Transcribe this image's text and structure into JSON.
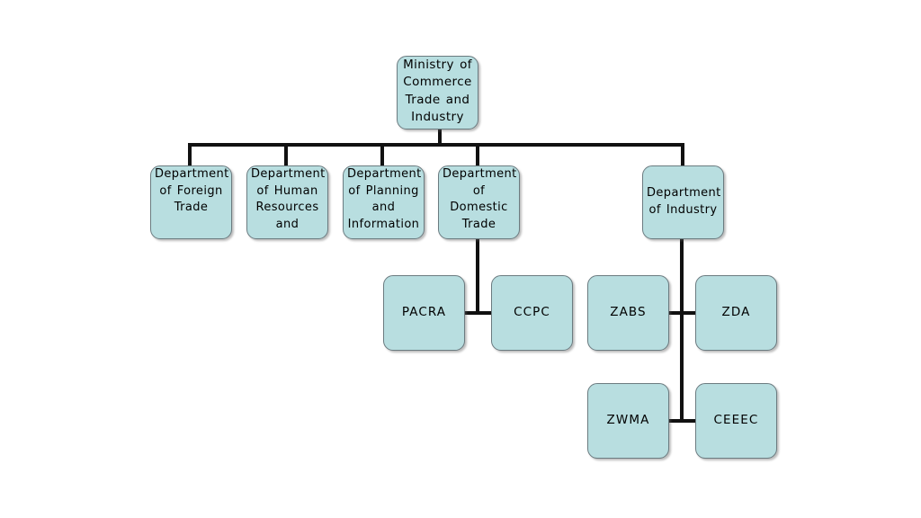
{
  "chart_data": {
    "type": "diagram",
    "diagram_type": "organizational-chart",
    "title": "Ministry of Commerce Trade and Industry organisational structure",
    "orientation": "top-down",
    "background": "#ffffff",
    "node_fill": "#b8dee0",
    "node_border": "#6b7b80",
    "connector_color": "#111111",
    "text_color": "#000000",
    "root": {
      "id": "ministry",
      "label": "Ministry of Commerce Trade and Industry",
      "text_clipped": true,
      "clipped_word": "Industry"
    },
    "departments": [
      {
        "id": "dept-foreign-trade",
        "label": "Department of Foreign Trade",
        "text_clipped": false
      },
      {
        "id": "dept-human-resources",
        "label": "Department of Human Resources and",
        "text_clipped": true
      },
      {
        "id": "dept-planning",
        "label": "Department of Planning and Information",
        "text_clipped": true
      },
      {
        "id": "dept-domestic-trade",
        "label": "Department of Domestic Trade",
        "text_clipped": false
      },
      {
        "id": "dept-industry",
        "label": "Department of Industry",
        "text_clipped": false
      }
    ],
    "agencies": [
      {
        "id": "pacra",
        "label": "PACRA",
        "parent": "dept-domestic-trade",
        "row": 1
      },
      {
        "id": "ccpc",
        "label": "CCPC",
        "parent": "dept-domestic-trade",
        "row": 1
      },
      {
        "id": "zabs",
        "label": "ZABS",
        "parent": "dept-industry",
        "row": 1
      },
      {
        "id": "zda",
        "label": "ZDA",
        "parent": "dept-industry",
        "row": 1
      },
      {
        "id": "zwma",
        "label": "ZWMA",
        "parent": "dept-industry",
        "row": 2
      },
      {
        "id": "ceeec",
        "label": "CEEEC",
        "parent": "dept-industry",
        "row": 2
      }
    ]
  }
}
